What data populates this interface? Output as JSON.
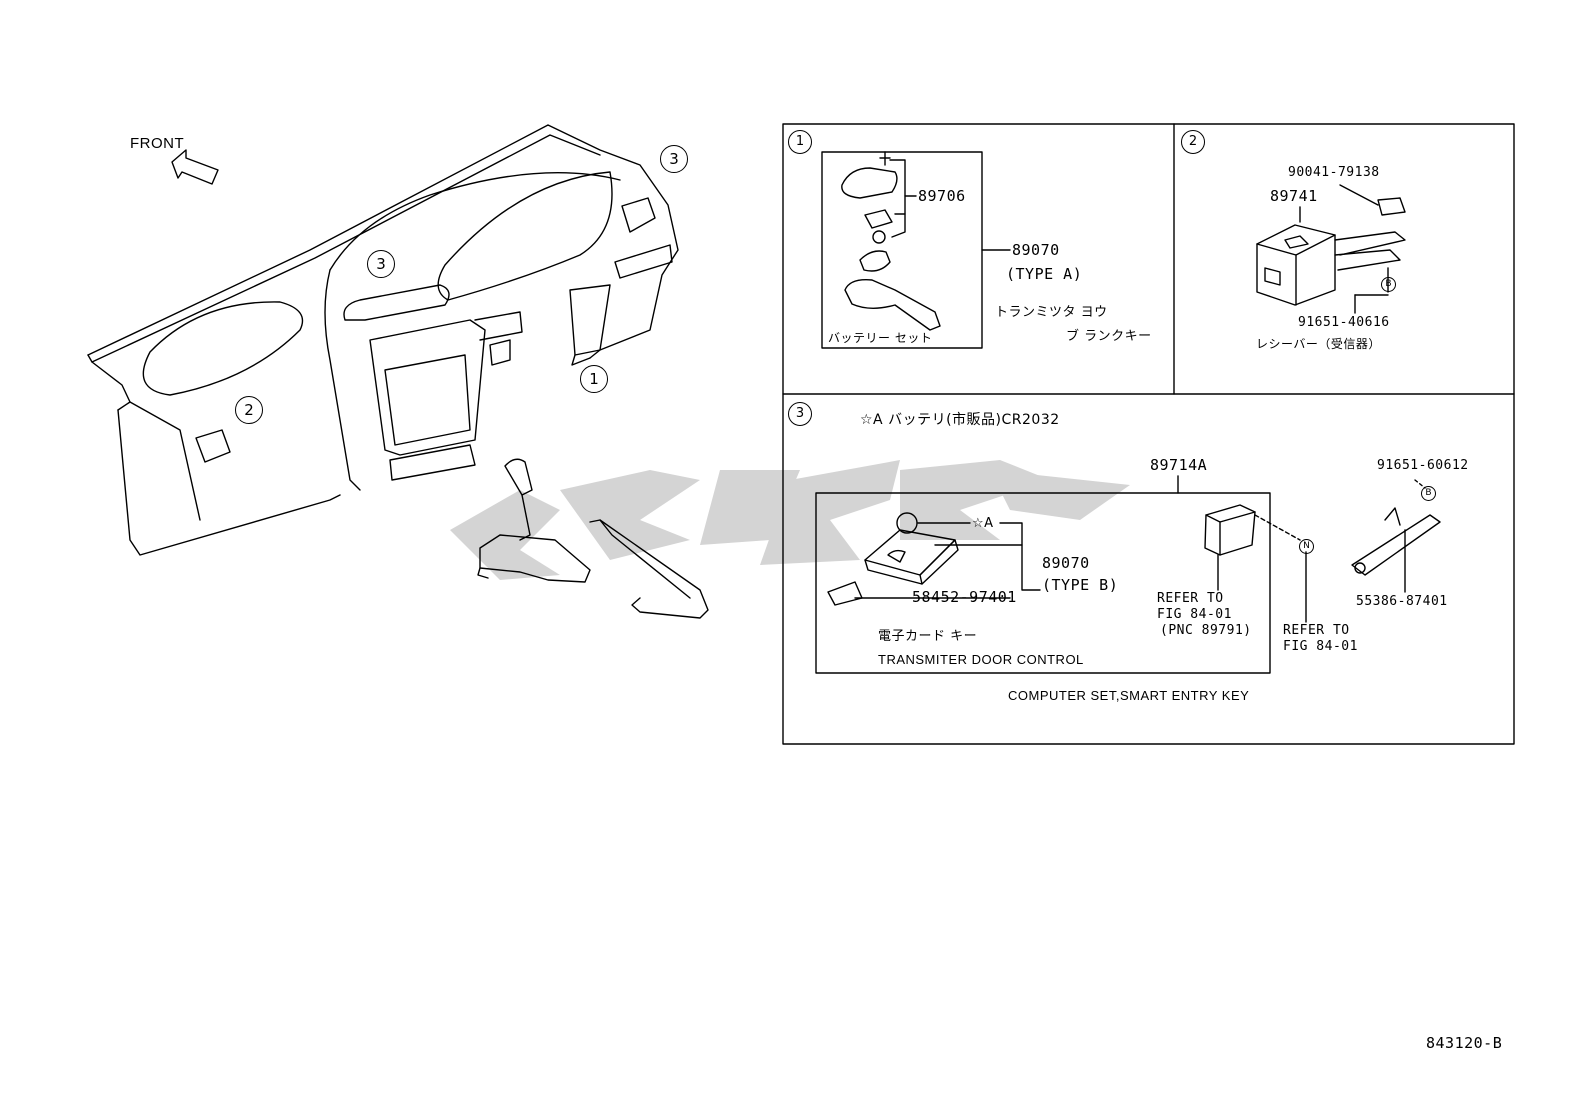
{
  "front_label": "FRONT",
  "callouts": {
    "dash_3_top": "3",
    "dash_3_center": "3",
    "dash_2": "2",
    "dash_1": "1",
    "panel1": "1",
    "panel2": "2",
    "panel3": "3"
  },
  "panel1": {
    "part_89706": "89706",
    "part_89070": "89070",
    "type": "(TYPE A)",
    "jp_line1": "トランミツタ ヨウ",
    "jp_line2": "ブ ランクキー",
    "battery_set": "バッテリー セット"
  },
  "panel2": {
    "part_90041": "90041-79138",
    "part_89741": "89741",
    "part_91651": "91651-40616",
    "marker_b": "B",
    "receiver": "レシーバー（受信器）"
  },
  "panel3": {
    "battery_note": "☆A バッテリ(市販品)CR2032",
    "part_89714a": "89714A",
    "star_a": "☆A",
    "part_89070": "89070",
    "type": "(TYPE B)",
    "part_58452": "58452-97401",
    "jp_card_key": "電子カード キー",
    "transmitter": "TRANSMITER DOOR CONTROL",
    "refer1_line1": "REFER TO",
    "refer1_line2": "FIG 84-01",
    "refer1_line3": "(PNC 89791)",
    "marker_n": "N",
    "refer2_line1": "REFER TO",
    "refer2_line2": "FIG 84-01",
    "part_91651": "91651-60612",
    "marker_b": "B",
    "part_55386": "55386-87401",
    "computer_set": "COMPUTER SET,SMART ENTRY KEY"
  },
  "figure_code": "843120-B"
}
